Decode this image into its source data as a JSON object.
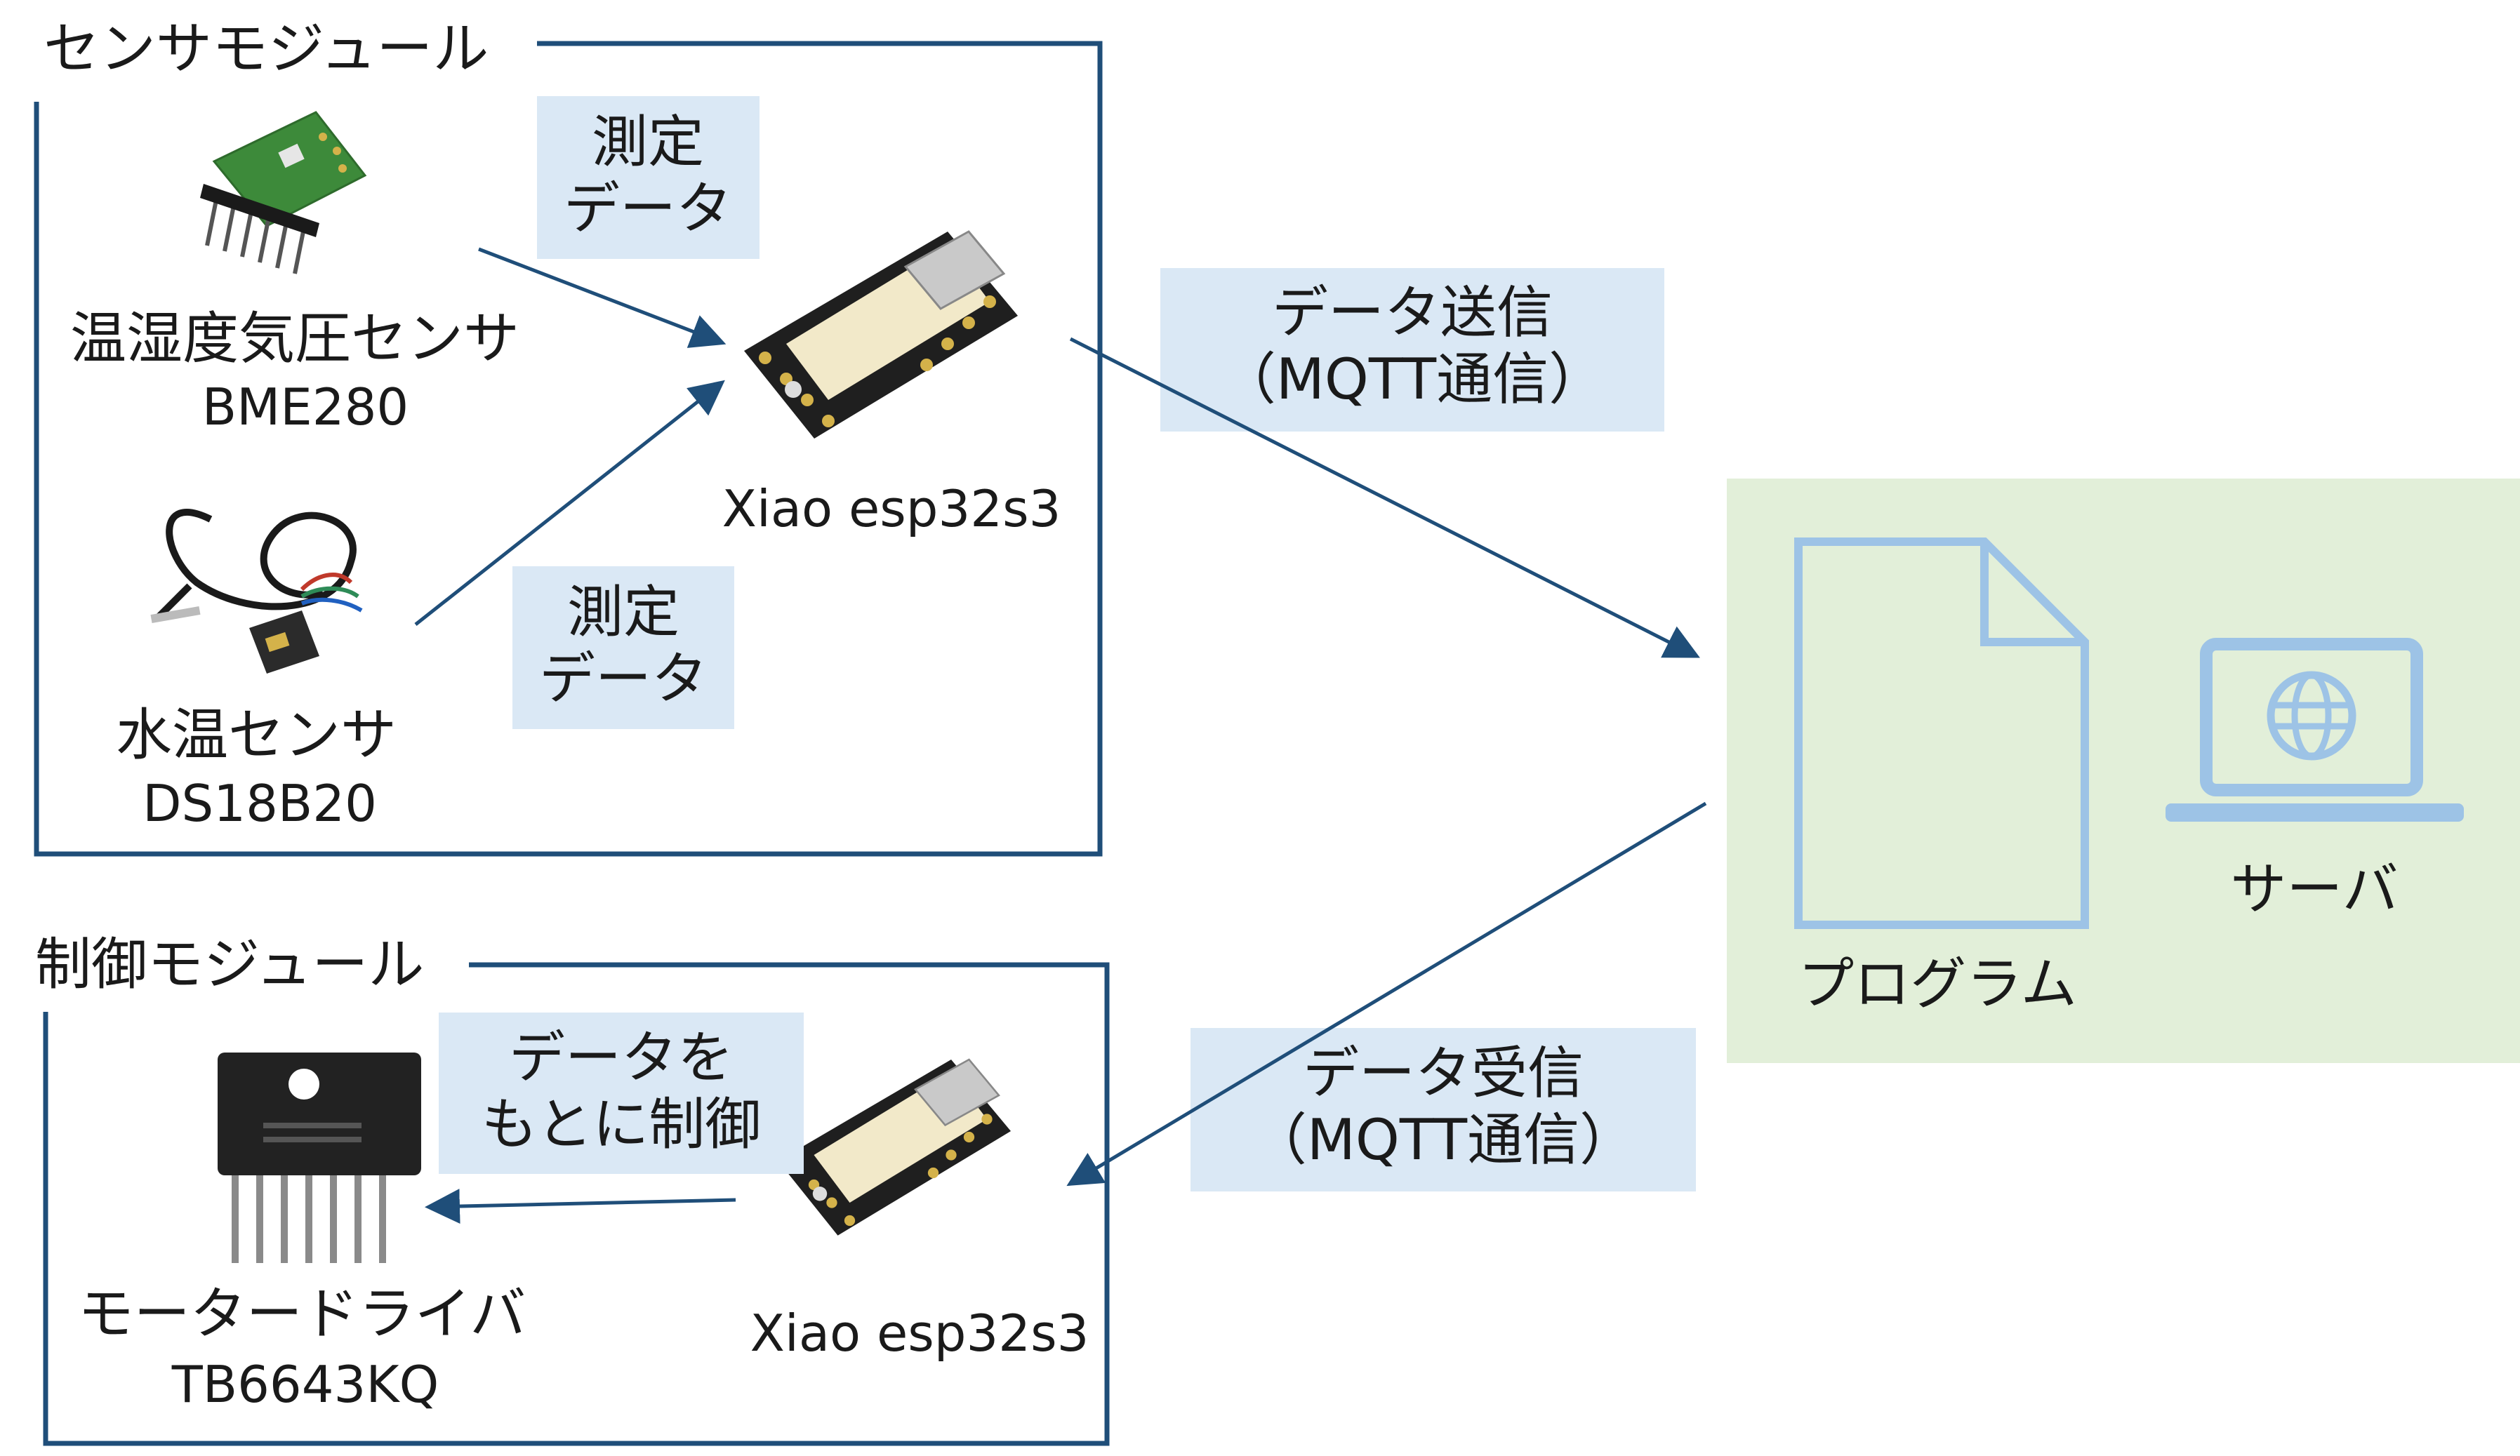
{
  "sensor_module": {
    "title": "センサモジュール",
    "bme280": {
      "name": "温湿度気圧センサ",
      "model": "BME280"
    },
    "ds18b20": {
      "name": "水温センサ",
      "model": "DS18B20"
    },
    "measure_label_1": {
      "line1": "測定",
      "line2": "データ"
    },
    "measure_label_2": {
      "line1": "測定",
      "line2": "データ"
    },
    "mcu_label": "Xiao esp32s3"
  },
  "control_module": {
    "title": "制御モジュール",
    "driver": {
      "name": "モータードライバ",
      "model": "TB6643KQ"
    },
    "control_label": {
      "line1": "データを",
      "line2": "もとに制御"
    },
    "mcu_label": "Xiao esp32s3"
  },
  "send_label": {
    "line1": "データ送信",
    "line2": "（MQTT通信）"
  },
  "receive_label": {
    "line1": "データ受信",
    "line2": "（MQTT通信）"
  },
  "server_area": {
    "program_label": "プログラム",
    "server_label": "サーバ"
  },
  "colors": {
    "frame": "#1f4e79",
    "arrow": "#1f4e79",
    "label_bg": "#dae8f5",
    "server_bg": "#e2efd9",
    "icon_blue": "#9dc3e6"
  }
}
